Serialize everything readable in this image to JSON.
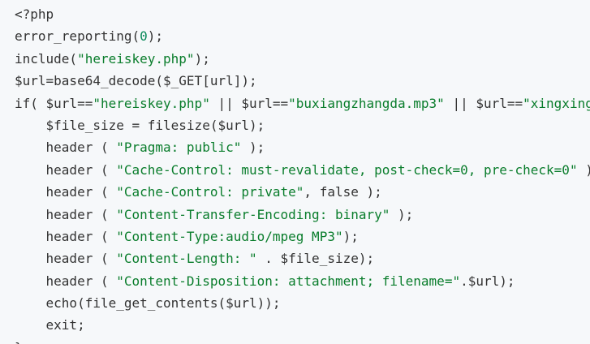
{
  "code": {
    "language": "php",
    "lines": [
      [
        {
          "t": "plain",
          "v": "<?php"
        }
      ],
      [
        {
          "t": "plain",
          "v": "error_reporting("
        },
        {
          "t": "num",
          "v": "0"
        },
        {
          "t": "plain",
          "v": ");"
        }
      ],
      [
        {
          "t": "plain",
          "v": "include("
        },
        {
          "t": "str",
          "v": "\"hereiskey.php\""
        },
        {
          "t": "plain",
          "v": ");"
        }
      ],
      [
        {
          "t": "plain",
          "v": "$url=base64_decode($_GET[url]);"
        }
      ],
      [
        {
          "t": "plain",
          "v": "if( $url=="
        },
        {
          "t": "str",
          "v": "\"hereiskey.php\""
        },
        {
          "t": "plain",
          "v": " || $url=="
        },
        {
          "t": "str",
          "v": "\"buxiangzhangda.mp3\""
        },
        {
          "t": "plain",
          "v": " || $url=="
        },
        {
          "t": "str",
          "v": "\"xingxing"
        }
      ],
      [
        {
          "t": "plain",
          "v": "    $file_size = filesize($url);"
        }
      ],
      [
        {
          "t": "plain",
          "v": "    header ( "
        },
        {
          "t": "str",
          "v": "\"Pragma: public\""
        },
        {
          "t": "plain",
          "v": " );"
        }
      ],
      [
        {
          "t": "plain",
          "v": "    header ( "
        },
        {
          "t": "str",
          "v": "\"Cache-Control: must-revalidate, post-check=0, pre-check=0\""
        },
        {
          "t": "plain",
          "v": " )"
        }
      ],
      [
        {
          "t": "plain",
          "v": "    header ( "
        },
        {
          "t": "str",
          "v": "\"Cache-Control: private\""
        },
        {
          "t": "plain",
          "v": ", false );"
        }
      ],
      [
        {
          "t": "plain",
          "v": "    header ( "
        },
        {
          "t": "str",
          "v": "\"Content-Transfer-Encoding: binary\""
        },
        {
          "t": "plain",
          "v": " );"
        }
      ],
      [
        {
          "t": "plain",
          "v": "    header ( "
        },
        {
          "t": "str",
          "v": "\"Content-Type:audio/mpeg MP3\""
        },
        {
          "t": "plain",
          "v": ");"
        }
      ],
      [
        {
          "t": "plain",
          "v": "    header ( "
        },
        {
          "t": "str",
          "v": "\"Content-Length: \""
        },
        {
          "t": "plain",
          "v": " . $file_size);"
        }
      ],
      [
        {
          "t": "plain",
          "v": "    header ( "
        },
        {
          "t": "str",
          "v": "\"Content-Disposition: attachment; filename=\""
        },
        {
          "t": "plain",
          "v": ".$url);"
        }
      ],
      [
        {
          "t": "plain",
          "v": "    echo(file_get_contents($url));"
        }
      ],
      [
        {
          "t": "plain",
          "v": "    exit;"
        }
      ],
      [
        {
          "t": "plain",
          "v": "}"
        }
      ]
    ]
  }
}
